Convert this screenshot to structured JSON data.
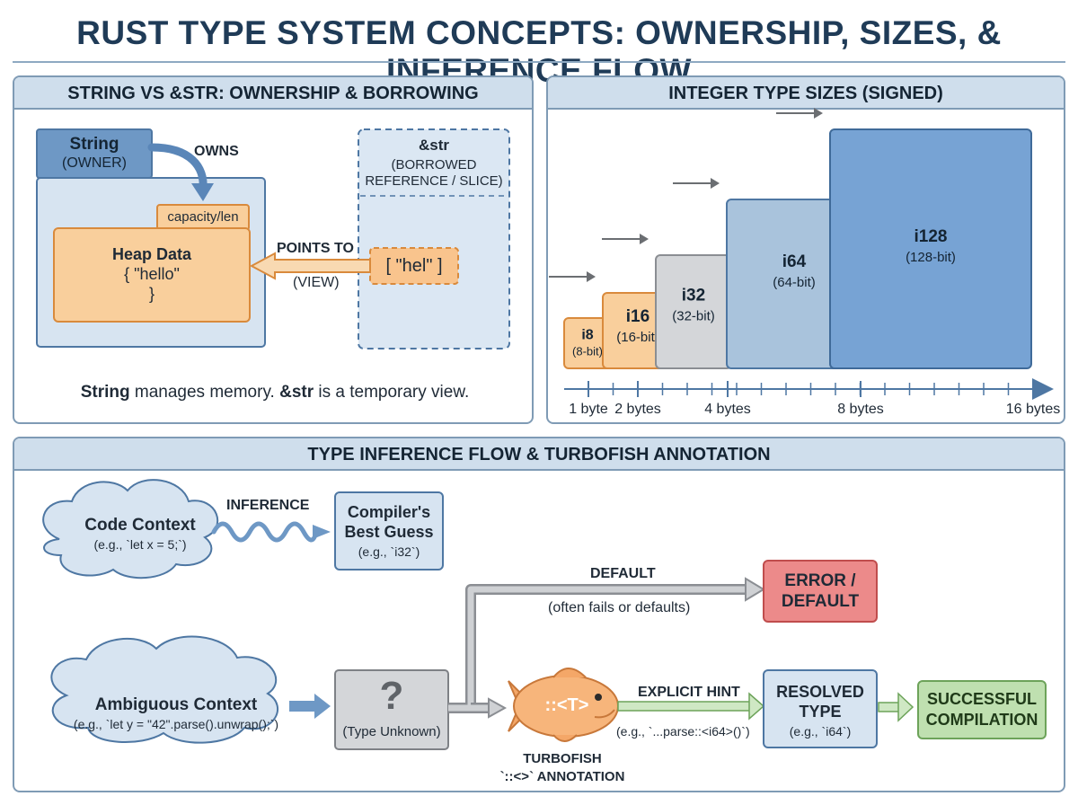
{
  "title": "RUST TYPE SYSTEM CONCEPTS: OWNERSHIP, SIZES, & INFERENCE FLOW",
  "colors": {
    "blue_fill": "#d7e4f1",
    "blue_stroke": "#4e77a3",
    "orange_fill": "#f9cf9c",
    "orange_stroke": "#d98a3c",
    "gray_fill": "#d4d6d9",
    "red_fill": "#ec8a8a",
    "green_fill": "#bfe0b0",
    "steel_fill": "#a9c3dc",
    "big_blue_fill": "#77a3d4"
  },
  "ownership": {
    "heading": "STRING VS &STR: OWNERSHIP & BORROWING",
    "string_label": "String",
    "string_sub": "(OWNER)",
    "owns_label": "OWNS",
    "capacity_label": "capacity/len",
    "heap_title": "Heap Data",
    "heap_line2": "{ \"hello\"",
    "heap_line3": "}",
    "points_to": "POINTS TO",
    "view": "(VIEW)",
    "str_title": "&str",
    "str_sub1": "(BORROWED",
    "str_sub2": "REFERENCE / SLICE)",
    "slice_label": "[ \"hel\" ]",
    "caption_a": "String",
    "caption_b": " manages memory. ",
    "caption_c": "&str",
    "caption_d": " is a temporary view."
  },
  "integers": {
    "heading": "INTEGER TYPE SIZES (SIGNED)",
    "types": [
      {
        "name": "i8",
        "bits": "(8-bit)",
        "bytes": 1
      },
      {
        "name": "i16",
        "bits": "(16-bit)",
        "bytes": 2
      },
      {
        "name": "i32",
        "bits": "(32-bit)",
        "bytes": 4
      },
      {
        "name": "i64",
        "bits": "(64-bit)",
        "bytes": 8
      },
      {
        "name": "i128",
        "bits": "(128-bit)",
        "bytes": 16
      }
    ],
    "axis_labels": [
      "1 byte",
      "2 bytes",
      "4 bytes",
      "8 bytes",
      "16 bytes"
    ]
  },
  "inference": {
    "heading": "TYPE INFERENCE FLOW & TURBOFISH ANNOTATION",
    "code_context": "Code Context",
    "code_context_eg": "(e.g., `let x = 5;`)",
    "inference_label": "INFERENCE",
    "guess_title_1": "Compiler's",
    "guess_title_2": "Best Guess",
    "guess_eg": "(e.g., `i32`)",
    "default_label": "DEFAULT",
    "default_note": "(often fails or defaults)",
    "error_1": "ERROR /",
    "error_2": "DEFAULT",
    "ambiguous": "Ambiguous Context",
    "ambiguous_eg": "(e.g., `let y = \"42\".parse().unwrap();`)",
    "question": "?",
    "type_unknown": "(Type Unknown)",
    "fish_label": "::<T>",
    "turbofish_1": "TURBOFISH",
    "turbofish_2": "`::<>` ANNOTATION",
    "explicit_hint": "EXPLICIT HINT",
    "explicit_eg": "(e.g., `...parse::<i64>()`)",
    "resolved_1": "RESOLVED",
    "resolved_2": "TYPE",
    "resolved_eg": "(e.g., `i64`)",
    "success_1": "SUCCESSFUL",
    "success_2": "COMPILATION"
  }
}
